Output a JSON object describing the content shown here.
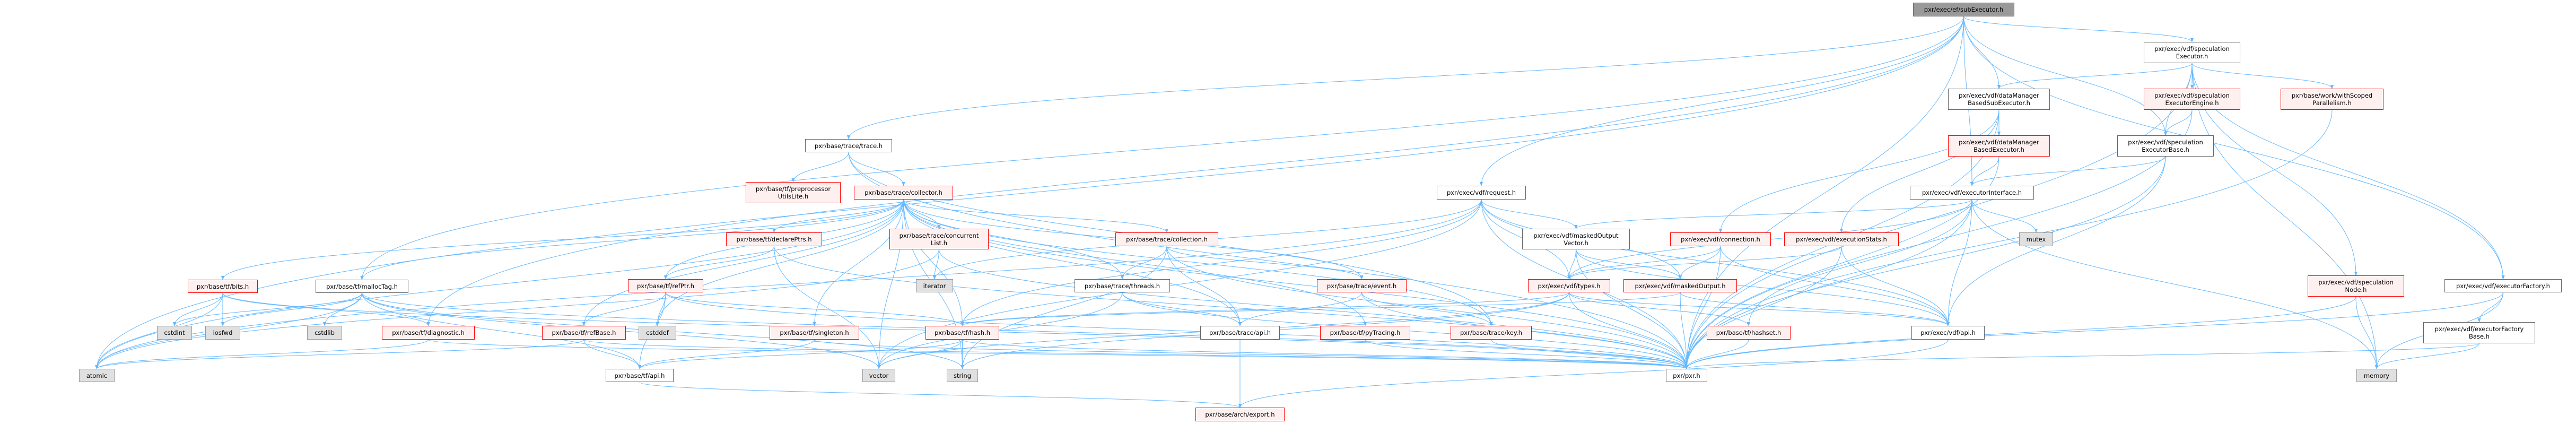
{
  "graph": {
    "type": "include-dependency-graph",
    "colors": {
      "edge": "#63b8ff",
      "red_border": "#ff0000",
      "red_fill": "#fff0f0",
      "system_fill": "#e0e0e0",
      "root_fill": "#999999"
    },
    "nodes": {
      "subExecutor": {
        "label": "pxr/exec/ef/subExecutor.h",
        "kind": "root"
      },
      "specExecutor": {
        "label": "pxr/exec/vdf/speculation\nExecutor.h",
        "kind": "plain"
      },
      "dmbSubExec": {
        "label": "pxr/exec/vdf/dataManager\nBasedSubExecutor.h",
        "kind": "plain"
      },
      "specEngine": {
        "label": "pxr/exec/vdf/speculation\nExecutorEngine.h",
        "kind": "red"
      },
      "withScoped": {
        "label": "pxr/base/work/withScoped\nParallelism.h",
        "kind": "red"
      },
      "trace": {
        "label": "pxr/base/trace/trace.h",
        "kind": "plain"
      },
      "dmbExec": {
        "label": "pxr/exec/vdf/dataManager\nBasedExecutor.h",
        "kind": "red"
      },
      "specBase": {
        "label": "pxr/exec/vdf/speculation\nExecutorBase.h",
        "kind": "plain"
      },
      "preproc": {
        "label": "pxr/base/tf/preprocessor\nUtilsLite.h",
        "kind": "red"
      },
      "collector": {
        "label": "pxr/base/trace/collector.h",
        "kind": "red"
      },
      "request": {
        "label": "pxr/exec/vdf/request.h",
        "kind": "plain"
      },
      "execInterface": {
        "label": "pxr/exec/vdf/executorInterface.h",
        "kind": "plain"
      },
      "declarePtrs": {
        "label": "pxr/base/tf/declarePtrs.h",
        "kind": "red"
      },
      "concurrentList": {
        "label": "pxr/base/trace/concurrent\nList.h",
        "kind": "red"
      },
      "collection": {
        "label": "pxr/base/trace/collection.h",
        "kind": "red"
      },
      "maskedOutputVector": {
        "label": "pxr/exec/vdf/maskedOutput\nVector.h",
        "kind": "plain"
      },
      "connection": {
        "label": "pxr/exec/vdf/connection.h",
        "kind": "red"
      },
      "executionStats": {
        "label": "pxr/exec/vdf/executionStats.h",
        "kind": "red"
      },
      "mutex": {
        "label": "mutex",
        "kind": "sys"
      },
      "bits": {
        "label": "pxr/base/tf/bits.h",
        "kind": "red"
      },
      "mallocTag": {
        "label": "pxr/base/tf/mallocTag.h",
        "kind": "plain"
      },
      "refPtr": {
        "label": "pxr/base/tf/refPtr.h",
        "kind": "red"
      },
      "iterator": {
        "label": "iterator",
        "kind": "sys"
      },
      "threads": {
        "label": "pxr/base/trace/threads.h",
        "kind": "plain"
      },
      "event": {
        "label": "pxr/base/trace/event.h",
        "kind": "red"
      },
      "types": {
        "label": "pxr/exec/vdf/types.h",
        "kind": "red"
      },
      "maskedOutput": {
        "label": "pxr/exec/vdf/maskedOutput.h",
        "kind": "red"
      },
      "specNode": {
        "label": "pxr/exec/vdf/speculation\nNode.h",
        "kind": "red"
      },
      "execFactory": {
        "label": "pxr/exec/vdf/executorFactory.h",
        "kind": "plain"
      },
      "cstdint": {
        "label": "cstdint",
        "kind": "sys"
      },
      "iosfwd": {
        "label": "iosfwd",
        "kind": "sys"
      },
      "cstdlib": {
        "label": "cstdlib",
        "kind": "sys"
      },
      "diagnostic": {
        "label": "pxr/base/tf/diagnostic.h",
        "kind": "red"
      },
      "refBase": {
        "label": "pxr/base/tf/refBase.h",
        "kind": "red"
      },
      "cstddef": {
        "label": "cstddef",
        "kind": "sys"
      },
      "singleton": {
        "label": "pxr/base/tf/singleton.h",
        "kind": "red"
      },
      "hash": {
        "label": "pxr/base/tf/hash.h",
        "kind": "red"
      },
      "traceApi": {
        "label": "pxr/base/trace/api.h",
        "kind": "plain"
      },
      "pyTracing": {
        "label": "pxr/base/tf/pyTracing.h",
        "kind": "red"
      },
      "key": {
        "label": "pxr/base/trace/key.h",
        "kind": "red"
      },
      "hashset": {
        "label": "pxr/base/tf/hashset.h",
        "kind": "red"
      },
      "vdfApi": {
        "label": "pxr/exec/vdf/api.h",
        "kind": "plain"
      },
      "execFactoryBase": {
        "label": "pxr/exec/vdf/executorFactory\nBase.h",
        "kind": "plain"
      },
      "atomic": {
        "label": "atomic",
        "kind": "sys"
      },
      "tfApi": {
        "label": "pxr/base/tf/api.h",
        "kind": "plain"
      },
      "vector": {
        "label": "vector",
        "kind": "sys"
      },
      "string": {
        "label": "string",
        "kind": "sys"
      },
      "pxr": {
        "label": "pxr/pxr.h",
        "kind": "plain"
      },
      "memory": {
        "label": "memory",
        "kind": "sys"
      },
      "archExport": {
        "label": "pxr/base/arch/export.h",
        "kind": "red"
      }
    },
    "edges": [
      [
        "subExecutor",
        "trace"
      ],
      [
        "subExecutor",
        "mallocTag"
      ],
      [
        "subExecutor",
        "diagnostic"
      ],
      [
        "subExecutor",
        "atomic"
      ],
      [
        "subExecutor",
        "request"
      ],
      [
        "subExecutor",
        "dmbSubExec"
      ],
      [
        "subExecutor",
        "execInterface"
      ],
      [
        "subExecutor",
        "specExecutor"
      ],
      [
        "subExecutor",
        "execFactory"
      ],
      [
        "subExecutor",
        "pxr"
      ],
      [
        "subExecutor",
        "specBase"
      ],
      [
        "specExecutor",
        "dmbSubExec"
      ],
      [
        "specExecutor",
        "specEngine"
      ],
      [
        "specExecutor",
        "withScoped"
      ],
      [
        "specExecutor",
        "specBase"
      ],
      [
        "specExecutor",
        "specNode"
      ],
      [
        "specExecutor",
        "execFactory"
      ],
      [
        "specExecutor",
        "pxr"
      ],
      [
        "specExecutor",
        "memory"
      ],
      [
        "dmbSubExec",
        "dmbExec"
      ],
      [
        "dmbSubExec",
        "connection"
      ],
      [
        "dmbSubExec",
        "executionStats"
      ],
      [
        "dmbSubExec",
        "pxr"
      ],
      [
        "dmbExec",
        "execInterface"
      ],
      [
        "dmbExec",
        "pxr"
      ],
      [
        "specEngine",
        "specBase"
      ],
      [
        "specEngine",
        "pxr"
      ],
      [
        "withScoped",
        "pxr"
      ],
      [
        "specBase",
        "execInterface"
      ],
      [
        "specBase",
        "pxr"
      ],
      [
        "specBase",
        "vdfApi"
      ],
      [
        "execInterface",
        "maskedOutputVector"
      ],
      [
        "execInterface",
        "mutex"
      ],
      [
        "execInterface",
        "vdfApi"
      ],
      [
        "execInterface",
        "pxr"
      ],
      [
        "execInterface",
        "hashset"
      ],
      [
        "execInterface",
        "memory"
      ],
      [
        "execInterface",
        "types"
      ],
      [
        "request",
        "maskedOutputVector"
      ],
      [
        "request",
        "types"
      ],
      [
        "request",
        "maskedOutput"
      ],
      [
        "request",
        "vdfApi"
      ],
      [
        "request",
        "pxr"
      ],
      [
        "request",
        "iterator"
      ],
      [
        "request",
        "hash"
      ],
      [
        "request",
        "vector"
      ],
      [
        "request",
        "atomic"
      ],
      [
        "trace",
        "preproc"
      ],
      [
        "trace",
        "collector"
      ],
      [
        "trace",
        "pxr"
      ],
      [
        "trace",
        "key"
      ],
      [
        "collector",
        "declarePtrs"
      ],
      [
        "collector",
        "concurrentList"
      ],
      [
        "collector",
        "collection"
      ],
      [
        "collector",
        "threads"
      ],
      [
        "collector",
        "event"
      ],
      [
        "collector",
        "traceApi"
      ],
      [
        "collector",
        "pyTracing"
      ],
      [
        "collector",
        "key"
      ],
      [
        "collector",
        "refPtr"
      ],
      [
        "collector",
        "refBase"
      ],
      [
        "collector",
        "singleton"
      ],
      [
        "collector",
        "hash"
      ],
      [
        "collector",
        "mallocTag"
      ],
      [
        "collector",
        "bits"
      ],
      [
        "collector",
        "atomic"
      ],
      [
        "collector",
        "string"
      ],
      [
        "collector",
        "vector"
      ],
      [
        "collector",
        "cstddef"
      ],
      [
        "collector",
        "pxr"
      ],
      [
        "concurrentList",
        "iterator"
      ],
      [
        "concurrentList",
        "atomic"
      ],
      [
        "concurrentList",
        "pxr"
      ],
      [
        "declarePtrs",
        "refPtr"
      ],
      [
        "declarePtrs",
        "vector"
      ],
      [
        "declarePtrs",
        "pxr"
      ],
      [
        "collection",
        "threads"
      ],
      [
        "collection",
        "event"
      ],
      [
        "collection",
        "traceApi"
      ],
      [
        "collection",
        "string"
      ],
      [
        "collection",
        "pxr"
      ],
      [
        "threads",
        "traceApi"
      ],
      [
        "threads",
        "pxr"
      ],
      [
        "threads",
        "vector"
      ],
      [
        "event",
        "traceApi"
      ],
      [
        "event",
        "key"
      ],
      [
        "event",
        "pxr"
      ],
      [
        "traceApi",
        "archExport"
      ],
      [
        "pyTracing",
        "pxr"
      ],
      [
        "key",
        "pxr"
      ],
      [
        "refPtr",
        "refBase"
      ],
      [
        "refPtr",
        "cstddef"
      ],
      [
        "refPtr",
        "tfApi"
      ],
      [
        "refPtr",
        "hash"
      ],
      [
        "refPtr",
        "pxr"
      ],
      [
        "refBase",
        "tfApi"
      ],
      [
        "refBase",
        "atomic"
      ],
      [
        "refBase",
        "pxr"
      ],
      [
        "singleton",
        "tfApi"
      ],
      [
        "singleton",
        "pxr"
      ],
      [
        "hash",
        "vector"
      ],
      [
        "hash",
        "string"
      ],
      [
        "hash",
        "pxr"
      ],
      [
        "hash",
        "tfApi"
      ],
      [
        "bits",
        "cstdint"
      ],
      [
        "bits",
        "iosfwd"
      ],
      [
        "bits",
        "atomic"
      ],
      [
        "bits",
        "diagnostic"
      ],
      [
        "bits",
        "pxr"
      ],
      [
        "mallocTag",
        "cstdint"
      ],
      [
        "mallocTag",
        "iosfwd"
      ],
      [
        "mallocTag",
        "cstdlib"
      ],
      [
        "mallocTag",
        "atomic"
      ],
      [
        "mallocTag",
        "pxr"
      ],
      [
        "mallocTag",
        "tfApi"
      ],
      [
        "mallocTag",
        "string"
      ],
      [
        "mallocTag",
        "vector"
      ],
      [
        "diagnostic",
        "atomic"
      ],
      [
        "diagnostic",
        "pxr"
      ],
      [
        "maskedOutputVector",
        "types"
      ],
      [
        "maskedOutputVector",
        "maskedOutput"
      ],
      [
        "maskedOutputVector",
        "vdfApi"
      ],
      [
        "maskedOutputVector",
        "pxr"
      ],
      [
        "connection",
        "maskedOutput"
      ],
      [
        "connection",
        "vdfApi"
      ],
      [
        "connection",
        "pxr"
      ],
      [
        "connection",
        "types"
      ],
      [
        "executionStats",
        "vdfApi"
      ],
      [
        "executionStats",
        "pxr"
      ],
      [
        "executionStats",
        "types"
      ],
      [
        "types",
        "hash"
      ],
      [
        "types",
        "hashset"
      ],
      [
        "types",
        "vdfApi"
      ],
      [
        "types",
        "pxr"
      ],
      [
        "types",
        "string"
      ],
      [
        "types",
        "vector"
      ],
      [
        "maskedOutput",
        "pxr"
      ],
      [
        "maskedOutput",
        "vdfApi"
      ],
      [
        "maskedOutput",
        "hash"
      ],
      [
        "hashset",
        "pxr"
      ],
      [
        "vdfApi",
        "archExport"
      ],
      [
        "tfApi",
        "archExport"
      ],
      [
        "specNode",
        "pxr"
      ],
      [
        "specNode",
        "memory"
      ],
      [
        "execFactory",
        "execFactoryBase"
      ],
      [
        "execFactory",
        "pxr"
      ],
      [
        "execFactory",
        "memory"
      ],
      [
        "execFactoryBase",
        "pxr"
      ],
      [
        "execFactoryBase",
        "memory"
      ]
    ]
  }
}
